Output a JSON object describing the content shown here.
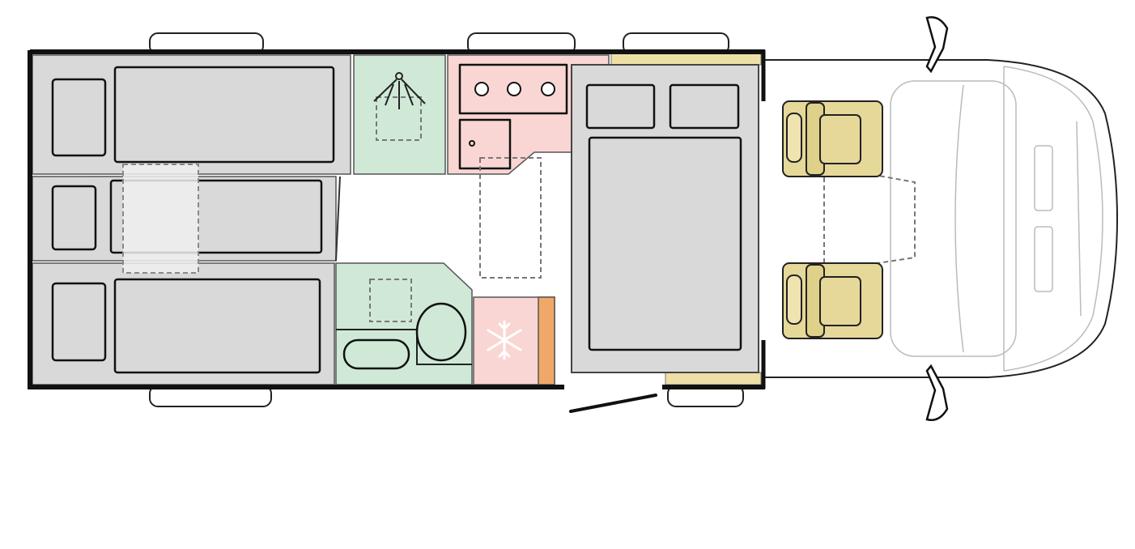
{
  "plan": {
    "colors": {
      "bed": "#d9d9da",
      "mattress": "#dadada",
      "shower": "#cfe9d6",
      "kitchen": "#f9d6d3",
      "fridge_strip": "#f0a868",
      "seat": "#e6d899",
      "cupboard": "#eedfa6",
      "wall": "#111111"
    },
    "areas": [
      "rear-bunk-beds",
      "shower",
      "kitchen",
      "washroom",
      "fridge",
      "central-double-bed",
      "cab-seats",
      "cab"
    ],
    "icons": [
      "shower-head-icon",
      "hob-burner-icon",
      "sink-icon",
      "toilet-icon",
      "snowflake-icon",
      "mirror-icon"
    ]
  }
}
